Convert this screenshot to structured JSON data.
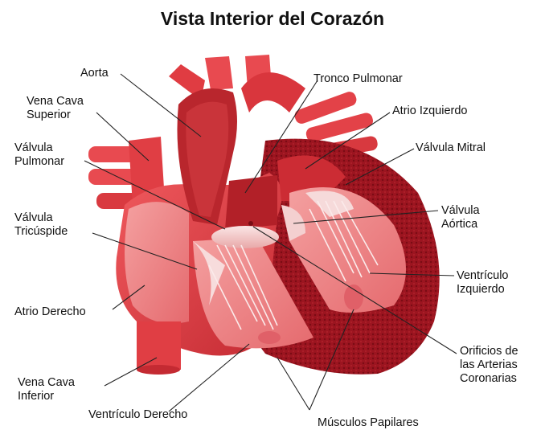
{
  "title": "Vista Interior del Corazón",
  "colors": {
    "muscle": "#e8464a",
    "muscle_dark": "#b8232b",
    "muscle_deep": "#8e1018",
    "chamber": "#f08a8a",
    "valve": "#f4d4d4",
    "background": "#ffffff"
  },
  "labels": {
    "aorta": [
      "Aorta"
    ],
    "vena_cava_superior": [
      "Vena Cava",
      "Superior"
    ],
    "valvula_pulmonar": [
      "Válvula",
      "Pulmonar"
    ],
    "valvula_tricuspide": [
      "Válvula",
      "Tricúspide"
    ],
    "atrio_derecho": [
      "Atrio Derecho"
    ],
    "vena_cava_inferior": [
      "Vena Cava",
      "Inferior"
    ],
    "ventriculo_derecho": [
      "Ventrículo Derecho"
    ],
    "tronco_pulmonar": [
      "Tronco Pulmonar"
    ],
    "atrio_izquierdo": [
      "Atrio Izquierdo"
    ],
    "valvula_mitral": [
      "Válvula Mitral"
    ],
    "valvula_aortica": [
      "Válvula",
      "Aórtica"
    ],
    "ventriculo_izquierdo": [
      "Ventrículo",
      "Izquierdo"
    ],
    "orificios": [
      "Orificios de",
      "las Arterias",
      "Coronarias"
    ],
    "musculos_papilares": [
      "Músculos Papilares"
    ]
  }
}
